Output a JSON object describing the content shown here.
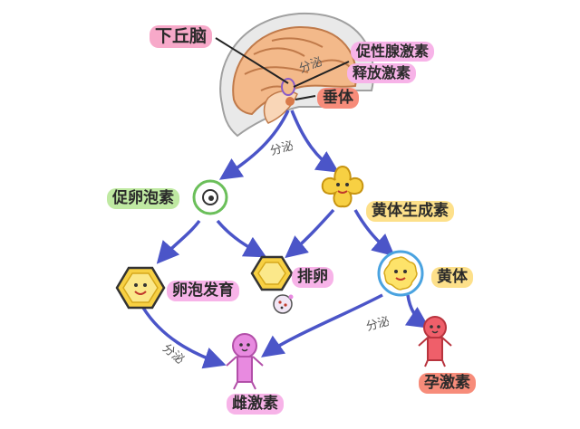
{
  "colors": {
    "arrow": "#4b55c8",
    "brain": "#f3b98a",
    "brain_outline": "#c07a4a",
    "follicle": "#fbe15a",
    "yellow_body": "#fde36a",
    "estrogen_figure": "#e88ae0",
    "progesterone_figure": "#ef5f6a",
    "pink_highlight": "#f7a9c9",
    "green_highlight": "#bfe9a2",
    "yellow_highlight": "#fde08a",
    "red_highlight": "#f78c7a"
  },
  "labels": {
    "hypothalamus": "下丘脑",
    "gnrh_line1": "促性腺激素",
    "gnrh_line2": "释放激素",
    "pituitary": "垂体",
    "fsh": "促卵泡素",
    "lh": "黄体生成素",
    "follicle_development": "卵泡发育",
    "ovulation": "排卵",
    "corpus_luteum": "黄体",
    "estrogen": "雌激素",
    "progesterone": "孕激素"
  },
  "arrow_labels": {
    "secretion_brain": "分泌",
    "secretion_pituitary": "分泌",
    "secretion_follicle": "分泌",
    "secretion_luteum": "分泌"
  }
}
